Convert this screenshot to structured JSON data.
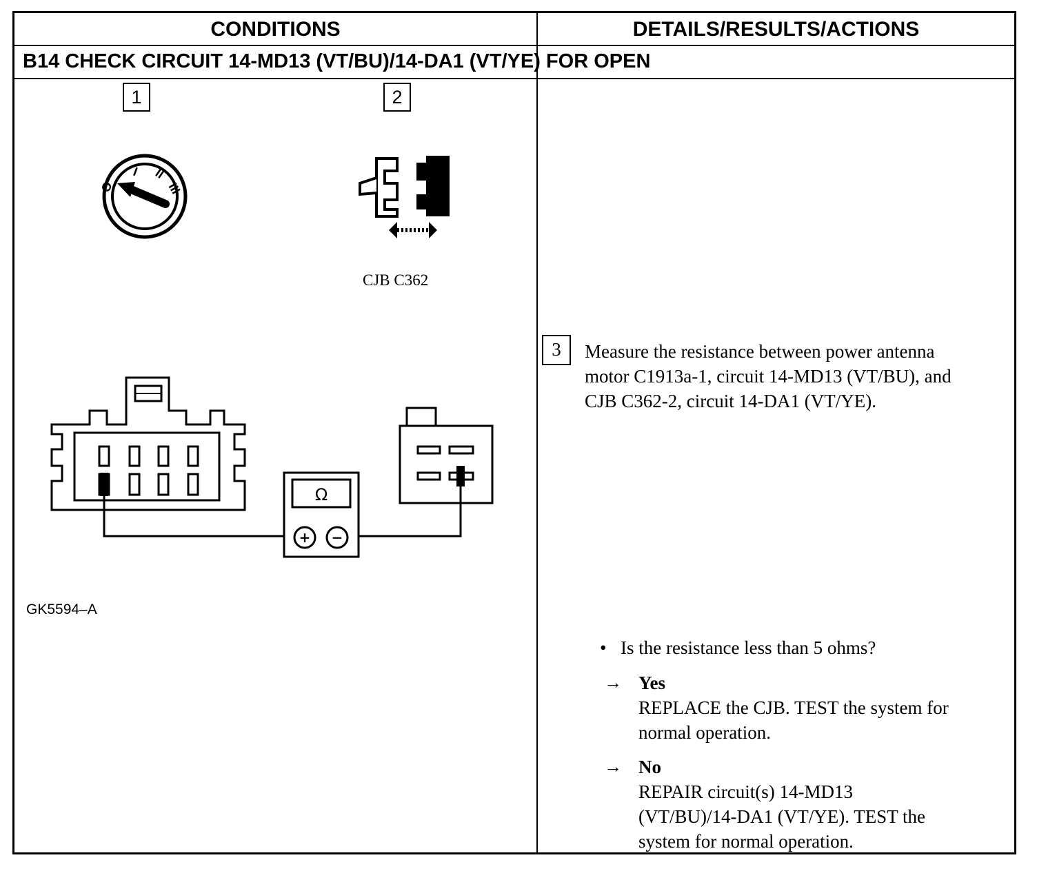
{
  "header": {
    "conditions": "CONDITIONS",
    "details": "DETAILS/RESULTS/ACTIONS"
  },
  "test_title": "B14 CHECK CIRCUIT 14-MD13 (VT/BU)/14-DA1 (VT/YE) FOR OPEN",
  "steps": {
    "step1_number": "1",
    "step2_number": "2",
    "step3_number": "3"
  },
  "step2_caption": "CJB C362",
  "figure_id": "GK5594–A",
  "ohmmeter": {
    "display_symbol": "Ω",
    "positive_symbol": "+",
    "negative_symbol": "−"
  },
  "ignition_labels": {
    "off": "O",
    "acc": "I",
    "run": "II",
    "start": "III"
  },
  "step3_instruction": [
    "Measure the resistance between power antenna",
    "motor C1913a-1, circuit 14-MD13 (VT/BU), and",
    "CJB C362-2, circuit 14-DA1 (VT/YE)."
  ],
  "question": {
    "bullet": "•",
    "text": "Is the resistance less than 5 ohms?"
  },
  "answers": {
    "arrow": "→",
    "yes_label": "Yes",
    "yes_lines": [
      "REPLACE the CJB. TEST the system for",
      "normal operation."
    ],
    "no_label": "No",
    "no_lines": [
      "REPAIR circuit(s) 14-MD13",
      "(VT/BU)/14-DA1 (VT/YE). TEST the",
      "system for normal operation."
    ]
  }
}
